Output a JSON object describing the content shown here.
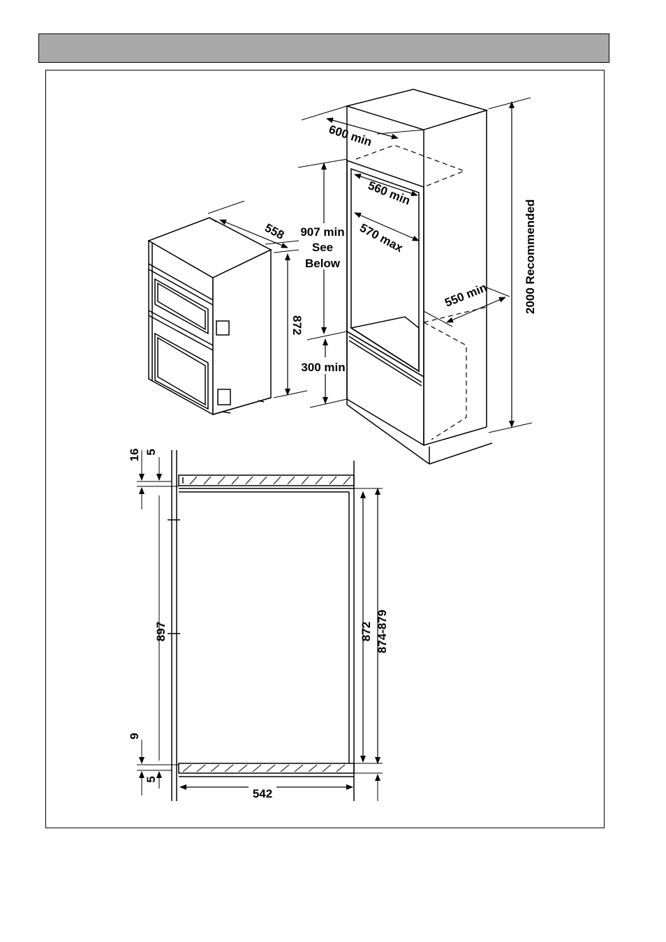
{
  "header": {
    "title": ""
  },
  "diagram": {
    "oven": {
      "depth": "558",
      "height": "872"
    },
    "cabinet": {
      "width_min": "600 min",
      "inner_width_min": "560 min",
      "inner_width_max": "570 max",
      "depth_min": "550 min",
      "aperture_line1": "907 min",
      "aperture_line2": "See",
      "aperture_line3": "Below",
      "base_height": "300 min",
      "total_height": "2000 Recommended"
    },
    "section": {
      "top_gap": "16",
      "top_small": "5",
      "aperture": "897",
      "bottom_gap": "9",
      "bottom_small": "5",
      "width": "542",
      "oven_height": "872",
      "range": "874-879"
    }
  }
}
